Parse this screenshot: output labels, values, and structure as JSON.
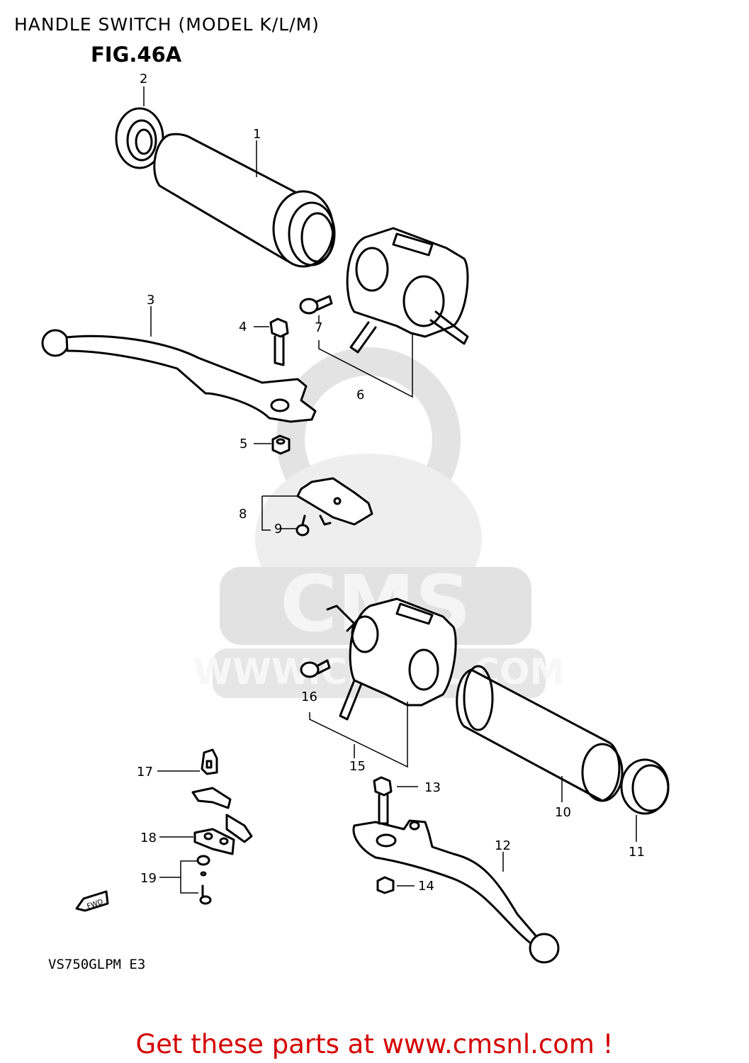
{
  "page": {
    "title": "HANDLE SWITCH (MODEL K/L/M)",
    "figure": "FIG.46A",
    "model_code": "VS750GLPM E3",
    "footer": "Get these parts at www.cmsnl.com !",
    "watermark": "CMS WWW.CMSNL.COM",
    "fwd_label": "FWD"
  },
  "callouts": [
    {
      "id": 1,
      "label": "1"
    },
    {
      "id": 2,
      "label": "2"
    },
    {
      "id": 3,
      "label": "3"
    },
    {
      "id": 4,
      "label": "4"
    },
    {
      "id": 5,
      "label": "5"
    },
    {
      "id": 6,
      "label": "6"
    },
    {
      "id": 7,
      "label": "7"
    },
    {
      "id": 8,
      "label": "8"
    },
    {
      "id": 9,
      "label": "9"
    },
    {
      "id": 10,
      "label": "10"
    },
    {
      "id": 11,
      "label": "11"
    },
    {
      "id": 12,
      "label": "12"
    },
    {
      "id": 13,
      "label": "13"
    },
    {
      "id": 14,
      "label": "14"
    },
    {
      "id": 15,
      "label": "15"
    },
    {
      "id": 16,
      "label": "16"
    },
    {
      "id": 17,
      "label": "17"
    },
    {
      "id": 18,
      "label": "18"
    },
    {
      "id": 19,
      "label": "19"
    }
  ],
  "colors": {
    "footer": "#d40000",
    "watermark": "#e6e6e6",
    "line": "#000000"
  }
}
